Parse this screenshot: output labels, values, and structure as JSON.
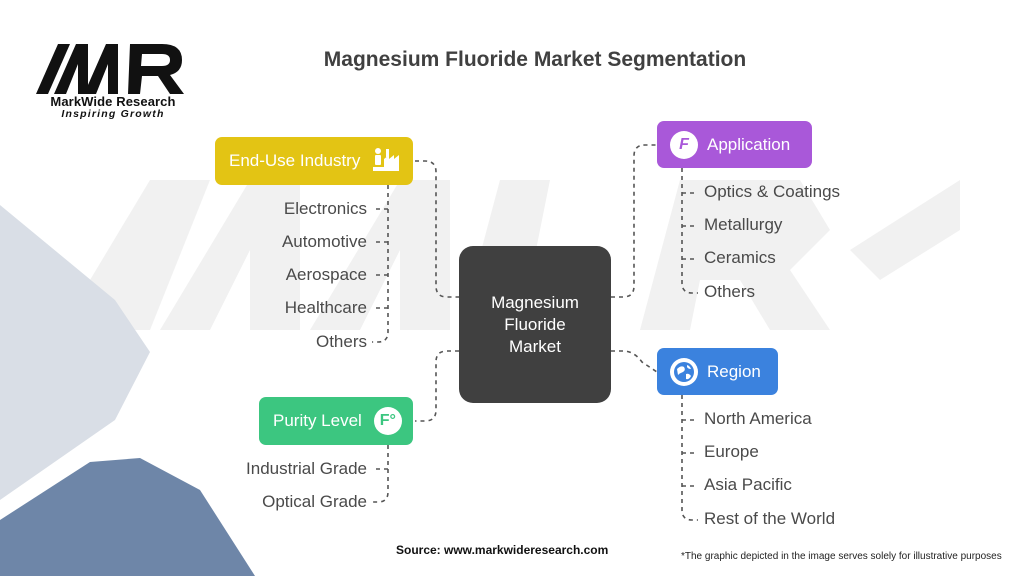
{
  "logo": {
    "mark": "MWR",
    "name": "MarkWide Research",
    "tagline": "Inspiring Growth"
  },
  "title": "Magnesium Fluoride Market Segmentation",
  "center": {
    "line1": "Magnesium",
    "line2": "Fluoride",
    "line3": "Market"
  },
  "end_use": {
    "label": "End-Use Industry",
    "color": "#e3c414",
    "icon": "factory-worker-icon",
    "items": [
      "Electronics",
      "Automotive",
      "Aerospace",
      "Healthcare",
      "Others"
    ]
  },
  "purity": {
    "label": "Purity Level",
    "color": "#3cc680",
    "icon": "fluorine-icon",
    "icon_glyph": "F°",
    "items": [
      "Industrial Grade",
      "Optical Grade"
    ]
  },
  "application": {
    "label": "Application",
    "color": "#a958d9",
    "icon": "fluoride-f-icon",
    "icon_glyph": "F",
    "items": [
      "Optics & Coatings",
      "Metallurgy",
      "Ceramics",
      "Others"
    ]
  },
  "region": {
    "label": "Region",
    "color": "#3b82de",
    "icon": "globe-icon",
    "items": [
      "North America",
      "Europe",
      "Asia Pacific",
      "Rest of the World"
    ]
  },
  "footer": {
    "source": "Source: www.markwideresearch.com",
    "disclaimer": "*The graphic depicted in the image serves solely for illustrative purposes"
  }
}
